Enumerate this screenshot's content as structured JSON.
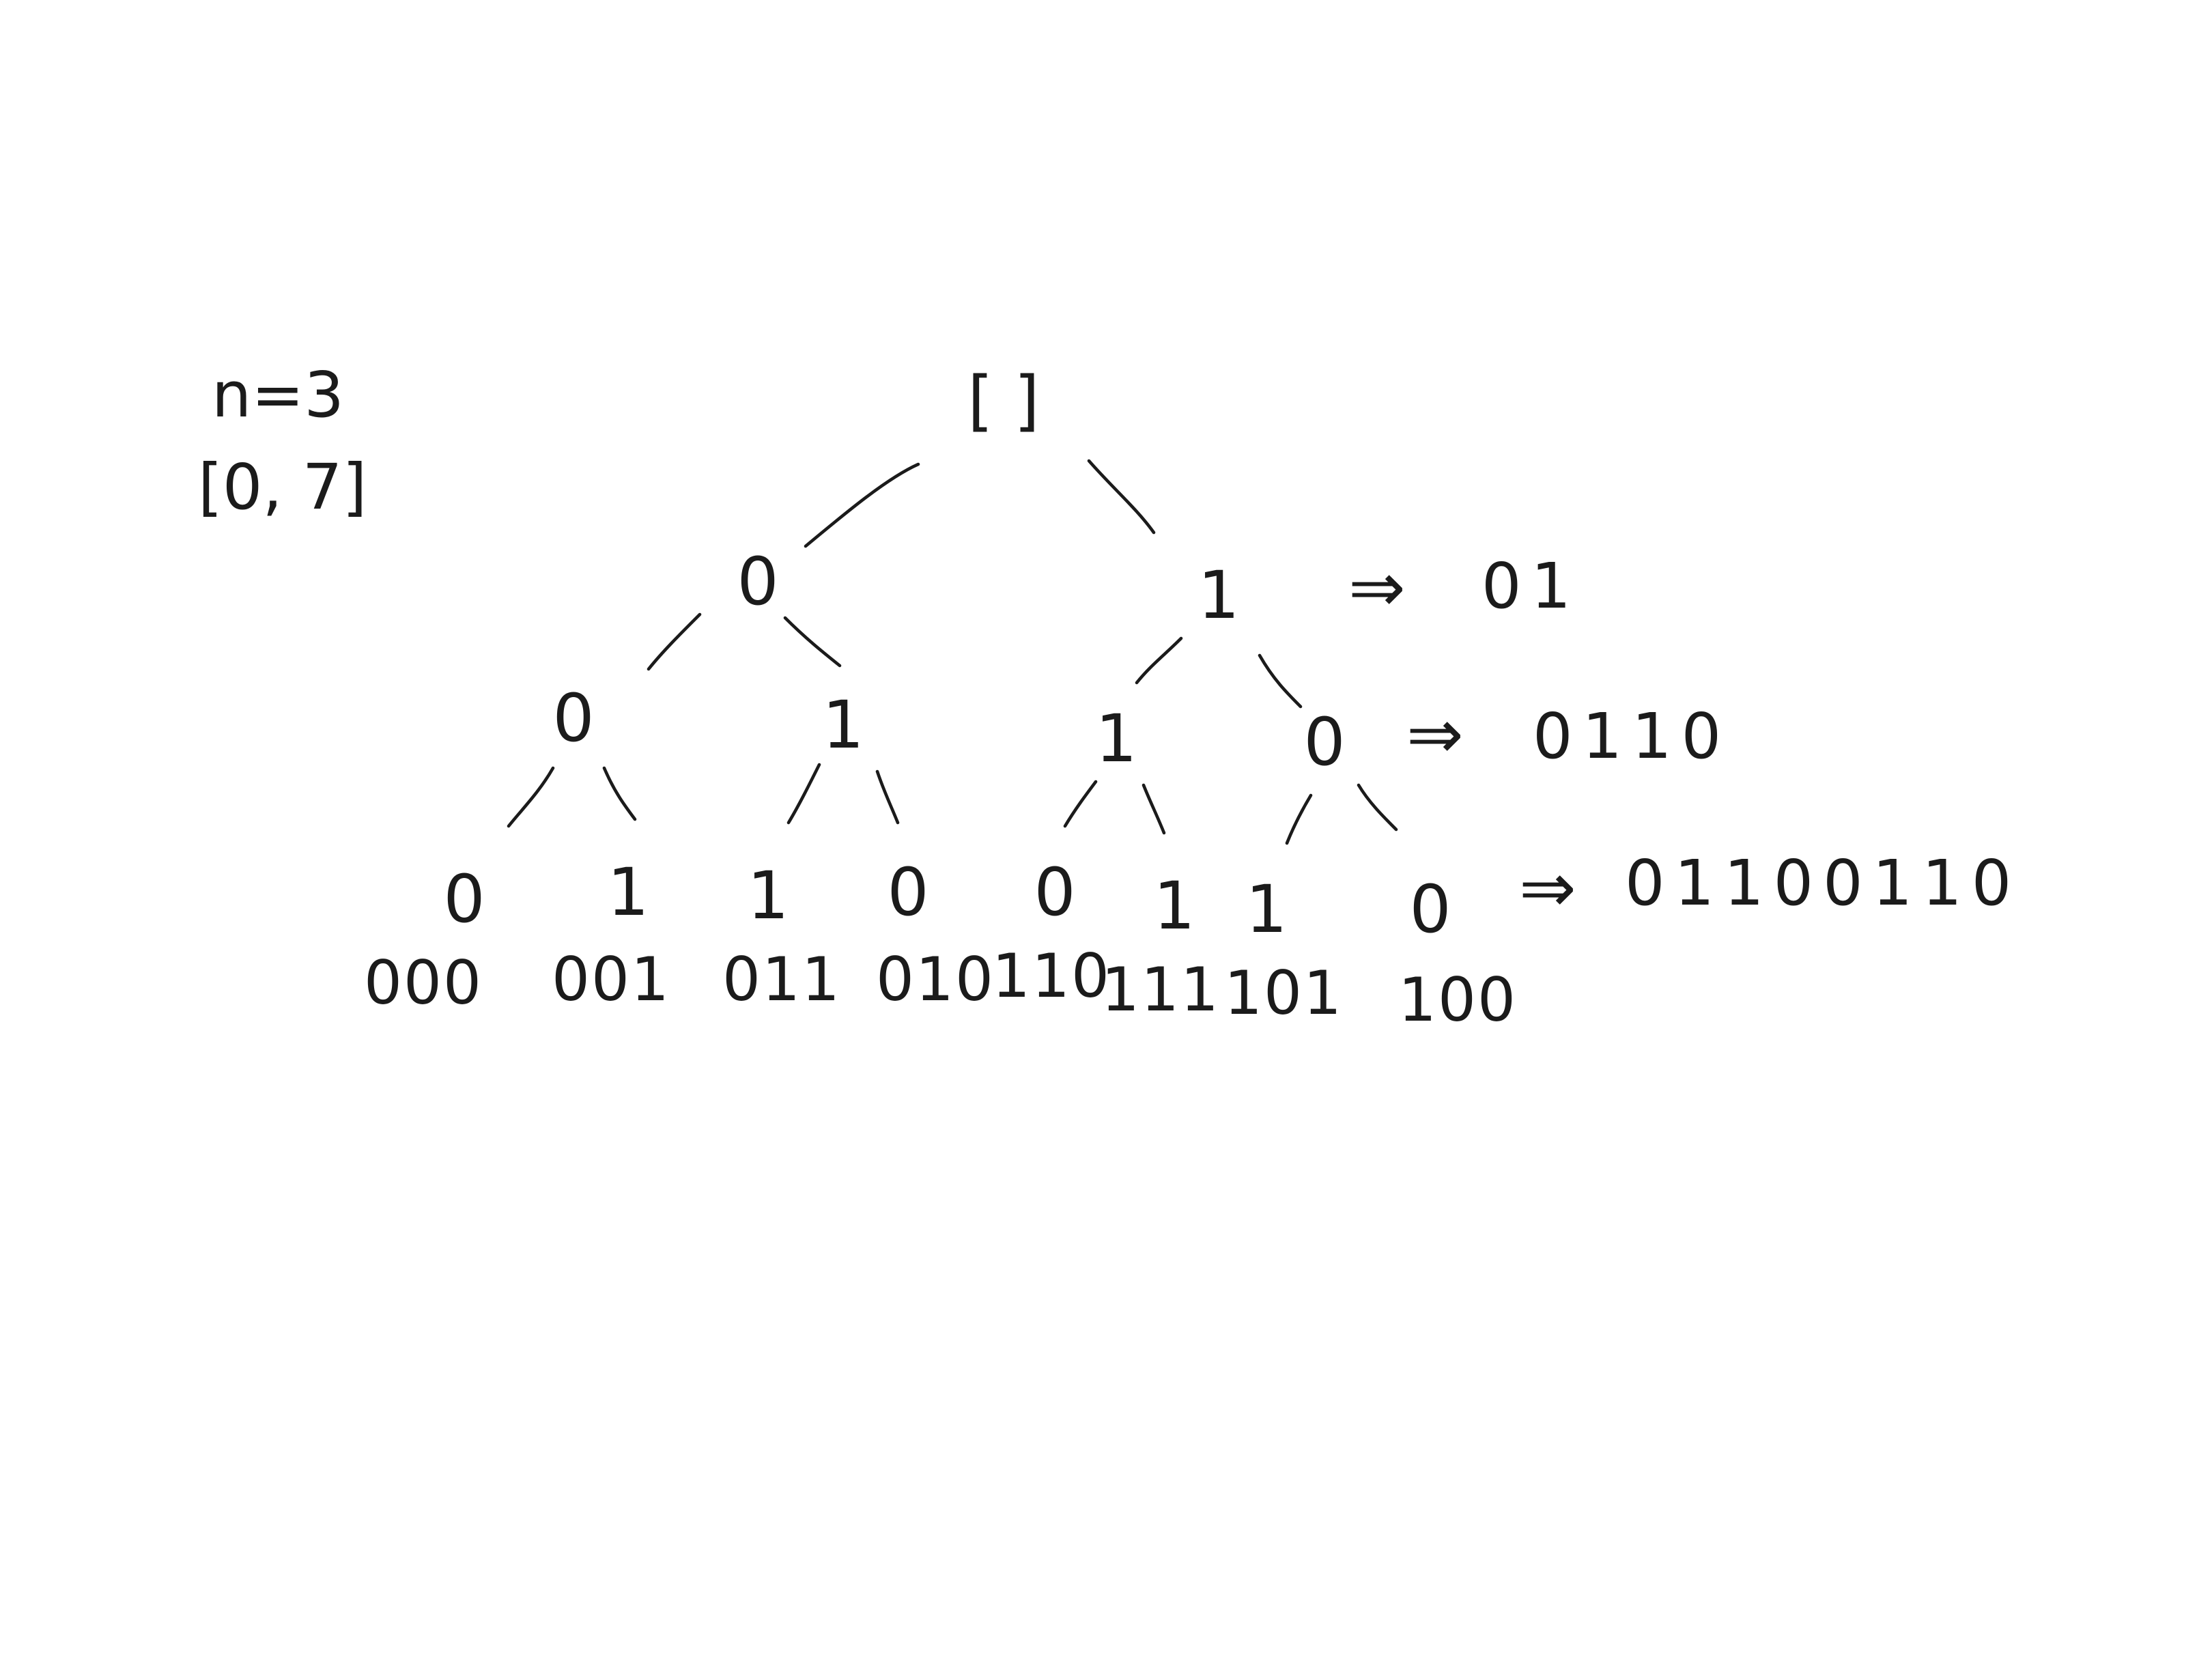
{
  "note": {
    "n_line": "n=3",
    "range_line": "[0, 7]"
  },
  "tree": {
    "root": "[ ]",
    "level1": [
      "0",
      "1"
    ],
    "level2": [
      "0",
      "1",
      "1",
      "0"
    ],
    "level3": [
      "0",
      "1",
      "1",
      "0",
      "0",
      "1",
      "1",
      "0"
    ],
    "codes": [
      "000",
      "001",
      "011",
      "010",
      "110",
      "111",
      "101",
      "100"
    ]
  },
  "results": [
    {
      "arrow": "⇒",
      "sequence": "01"
    },
    {
      "arrow": "⇒",
      "sequence": "0110"
    },
    {
      "arrow": "⇒",
      "sequence": "01100110"
    }
  ]
}
